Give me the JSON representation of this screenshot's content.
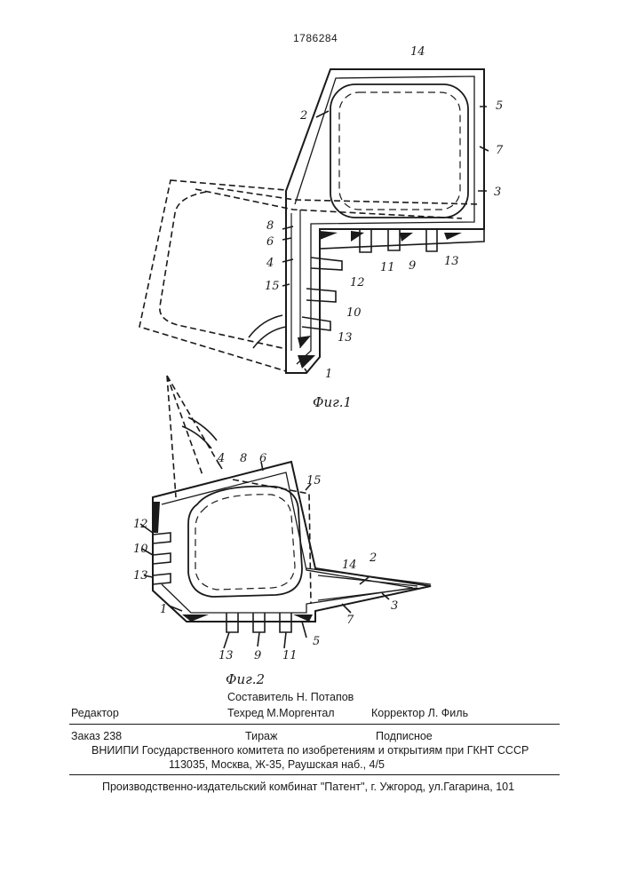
{
  "patent_number": "1786284",
  "figures": {
    "fig1": {
      "caption": "Фиг.1",
      "labels": {
        "l1": "1",
        "l2": "2",
        "l3": "3",
        "l4": "4",
        "l5": "5",
        "l6": "6",
        "l7": "7",
        "l8": "8",
        "l9": "9",
        "l10": "10",
        "l11": "11",
        "l12": "12",
        "l13a": "13",
        "l13b": "13",
        "l14": "14",
        "l15": "15"
      }
    },
    "fig2": {
      "caption": "Фиг.2",
      "labels": {
        "l1": "1",
        "l2": "2",
        "l3": "3",
        "l4": "4",
        "l5": "5",
        "l6": "6",
        "l7": "7",
        "l8": "8",
        "l9": "9",
        "l10": "10",
        "l11": "11",
        "l12": "12",
        "l13a": "13",
        "l13b": "13",
        "l14": "14",
        "l15": "15"
      }
    }
  },
  "imprint": {
    "editor": "Редактор",
    "compiler": "Составитель  Н. Потапов",
    "techred": "Техред М.Моргентал",
    "corrector": "Корректор  Л. Филь",
    "order": "Заказ  238",
    "circulation": "Тираж",
    "subscription": "Подписное",
    "vniipi": "ВНИИПИ Государственного комитета по изобретениям и открытиям при ГКНТ СССР",
    "address": "113035, Москва, Ж-35, Раушская наб., 4/5",
    "publisher": "Производственно-издательский комбинат \"Патент\", г. Ужгород, ул.Гагарина, 101"
  }
}
